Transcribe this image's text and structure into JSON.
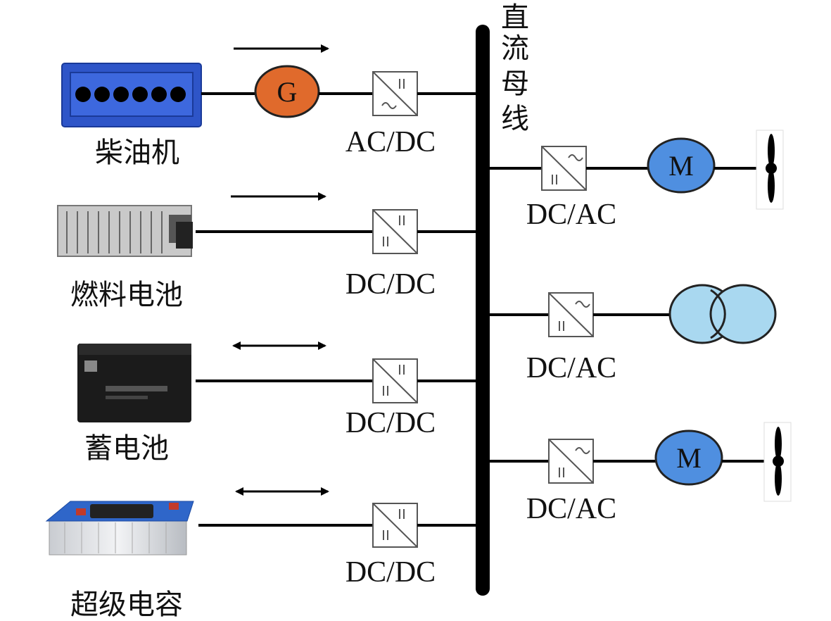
{
  "bus": {
    "label": [
      "直",
      "流",
      "母",
      "线"
    ]
  },
  "sources": [
    {
      "id": "diesel",
      "label": "柴油机",
      "converter": "AC/DC",
      "generator": "G",
      "flow": "one-way"
    },
    {
      "id": "fuel-cell",
      "label": "燃料电池",
      "converter": "DC/DC",
      "flow": "one-way"
    },
    {
      "id": "battery",
      "label": "蓄电池",
      "converter": "DC/DC",
      "flow": "two-way"
    },
    {
      "id": "supercap",
      "label": "超级电容",
      "converter": "DC/DC",
      "flow": "two-way"
    }
  ],
  "loads": [
    {
      "id": "motor-1",
      "converter": "DC/AC",
      "symbol": "M",
      "device": "propeller"
    },
    {
      "id": "transformer",
      "converter": "DC/AC",
      "device": "transformer"
    },
    {
      "id": "motor-2",
      "converter": "DC/AC",
      "symbol": "M",
      "device": "propeller"
    }
  ],
  "colors": {
    "generator": "#e06a2c",
    "motor": "#4f8fe0",
    "transformer": "#a9d8f0",
    "diesel_body": "#2e55c8",
    "line": "#000000"
  }
}
